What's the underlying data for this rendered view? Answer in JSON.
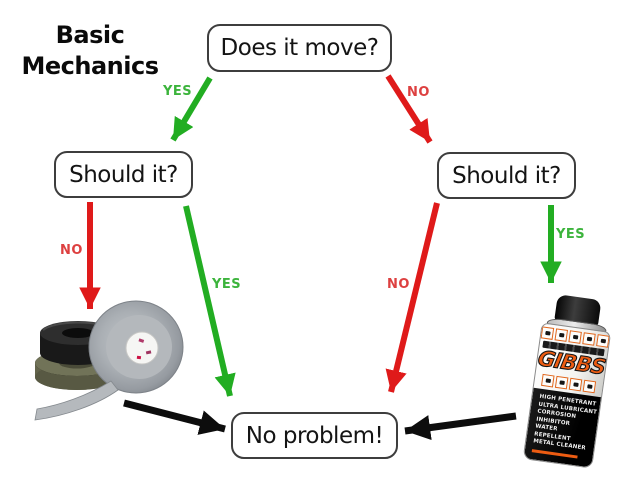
{
  "title": {
    "line1": "Basic",
    "line2": "Mechanics"
  },
  "nodes": {
    "top": "Does it move?",
    "left": "Should it?",
    "right": "Should it?",
    "bottom": "No problem!"
  },
  "edge_labels": {
    "top_yes": "YES",
    "top_no": "NO",
    "left_no": "NO",
    "left_yes": "YES",
    "right_no": "NO",
    "right_yes": "YES"
  },
  "colors": {
    "yes_arrow": "#22ad22",
    "no_arrow": "#df1a1a",
    "plain_arrow": "#0d0d0d",
    "yes_label": "#3cb43c",
    "no_label": "#dd4040",
    "box_border": "#3d3d3d",
    "can_brand_orange": "#ed5c12"
  },
  "can": {
    "brand": "GIBBS",
    "features": [
      "HIGH PENETRANT",
      "ULTRA LUBRICANT",
      "CORROSION INHIBITOR",
      "WATER REPELLENT",
      "METAL CLEANER"
    ]
  }
}
